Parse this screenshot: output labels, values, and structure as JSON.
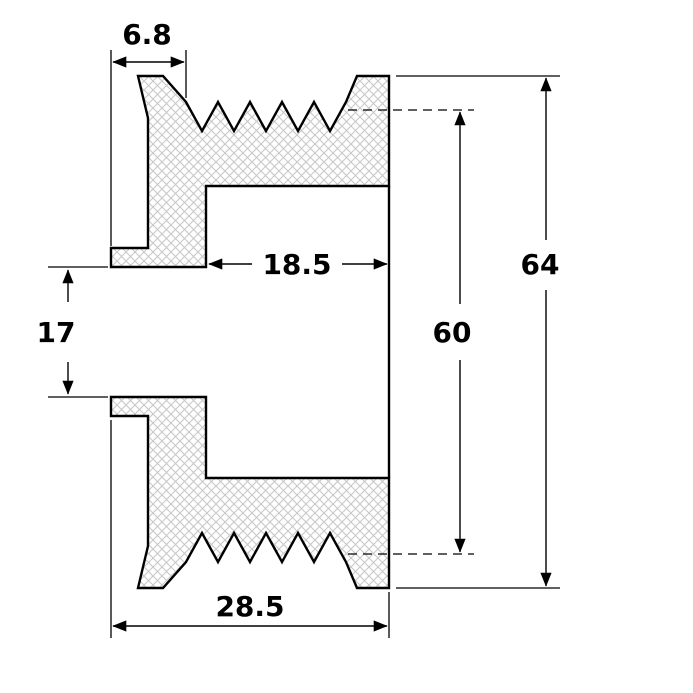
{
  "drawing": {
    "type": "pulley-cross-section-technical-drawing",
    "dimensions": {
      "top_width_label": "6.8",
      "recess_width_label": "18.5",
      "bore_label": "17",
      "inner_diameter_label": "60",
      "outer_diameter_label": "64",
      "overall_width_label": "28.5"
    },
    "colors": {
      "line": "#000000",
      "hatch_fill": "#c8c8c8",
      "background": "#ffffff"
    }
  }
}
